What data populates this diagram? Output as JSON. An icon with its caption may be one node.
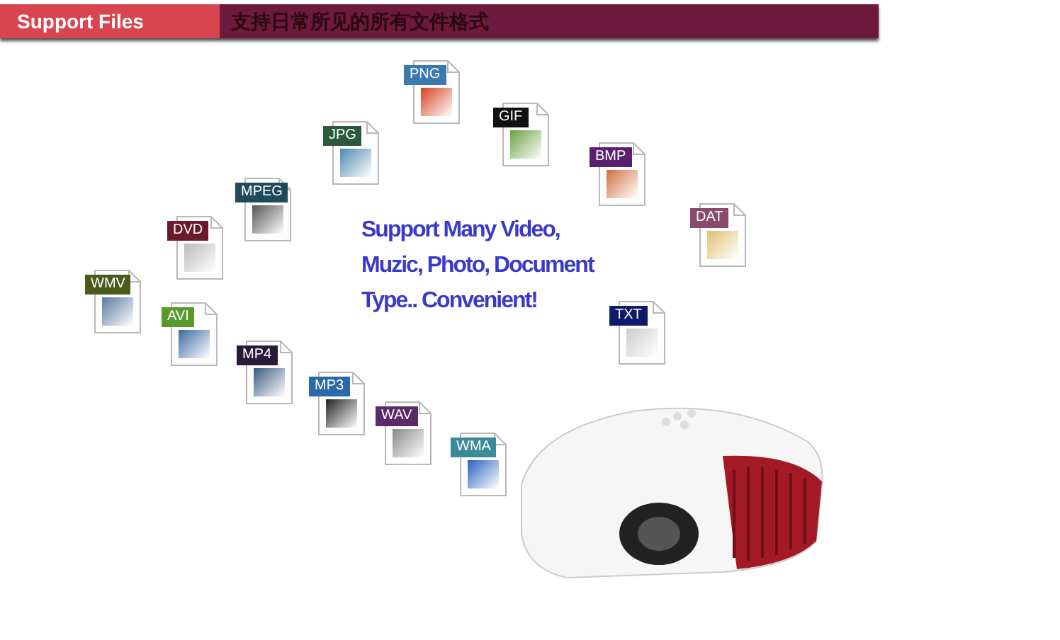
{
  "diagram": {
    "title": "Support Files",
    "nodes": [
      {
        "text": [
          "PNG"
        ]
      },
      {
        "text": [
          "GIF"
        ]
      },
      {
        "text": [
          "JPG"
        ]
      },
      {
        "text": [
          "BMP"
        ]
      },
      {
        "text": [
          "MPEG"
        ]
      },
      {
        "text": [
          "DAT"
        ]
      },
      {
        "text": [
          "DVD"
        ]
      },
      {
        "text": [
          "WMV"
        ]
      },
      {
        "text": [
          "TXT"
        ]
      },
      {
        "text": [
          "AVI"
        ]
      },
      {
        "text": [
          "MP4"
        ]
      },
      {
        "text": [
          "MP3"
        ]
      },
      {
        "text": [
          "WAV"
        ]
      },
      {
        "text": [
          "WMA"
        ]
      }
    ],
    "labels": [
      "支持日常所见的所有文件格式",
      "Support Many Video, Muzic, Photo, Document Type.. Convenient!"
    ]
  }
}
